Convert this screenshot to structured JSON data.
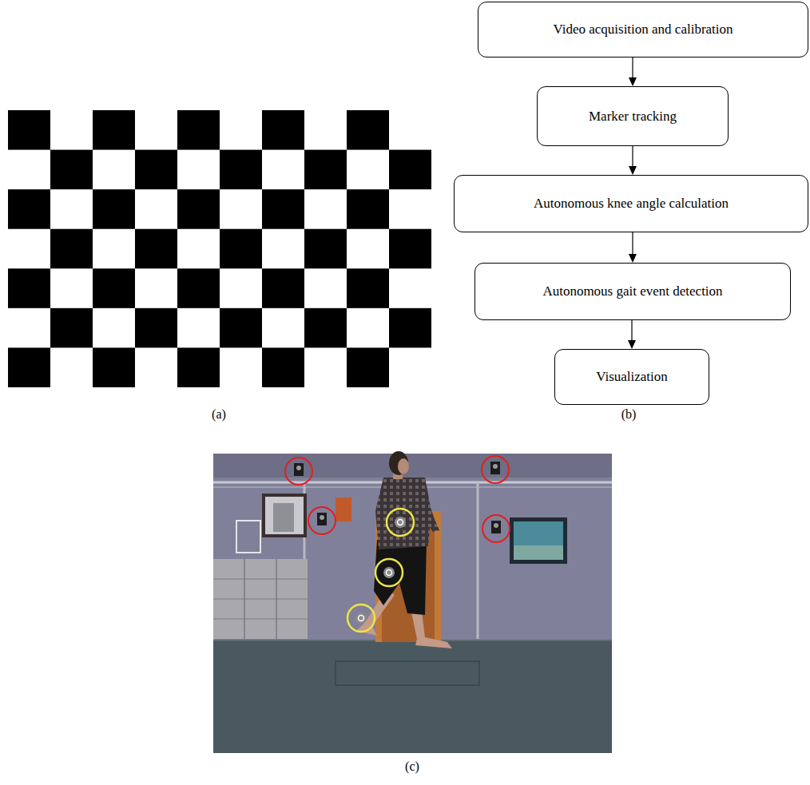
{
  "diagram": {
    "nodes": [
      {
        "text": [
          "Video acquisition and calibration"
        ]
      },
      {
        "text": [
          "Marker tracking"
        ]
      },
      {
        "text": [
          "Autonomous knee angle calculation"
        ]
      },
      {
        "text": [
          "Autonomous gait event detection"
        ]
      },
      {
        "text": [
          "Visualization"
        ]
      }
    ],
    "edges": [
      {
        "from": 0,
        "to": 1,
        "arrow": "to"
      },
      {
        "from": 1,
        "to": 2,
        "arrow": "to"
      },
      {
        "from": 2,
        "to": 3,
        "arrow": "to"
      },
      {
        "from": 3,
        "to": 4,
        "arrow": "to"
      }
    ],
    "labels": [
      "(a)",
      "(b)",
      "(c)"
    ]
  }
}
